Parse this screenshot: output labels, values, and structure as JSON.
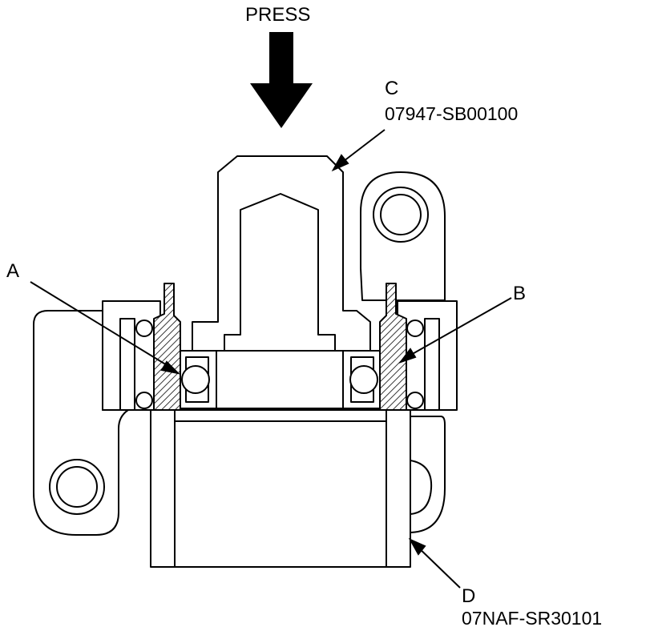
{
  "labels": {
    "press": "PRESS",
    "a": "A",
    "b": "B",
    "c": "C",
    "c_part": "07947-SB00100",
    "d": "D",
    "d_part": "07NAF-SR30101"
  }
}
